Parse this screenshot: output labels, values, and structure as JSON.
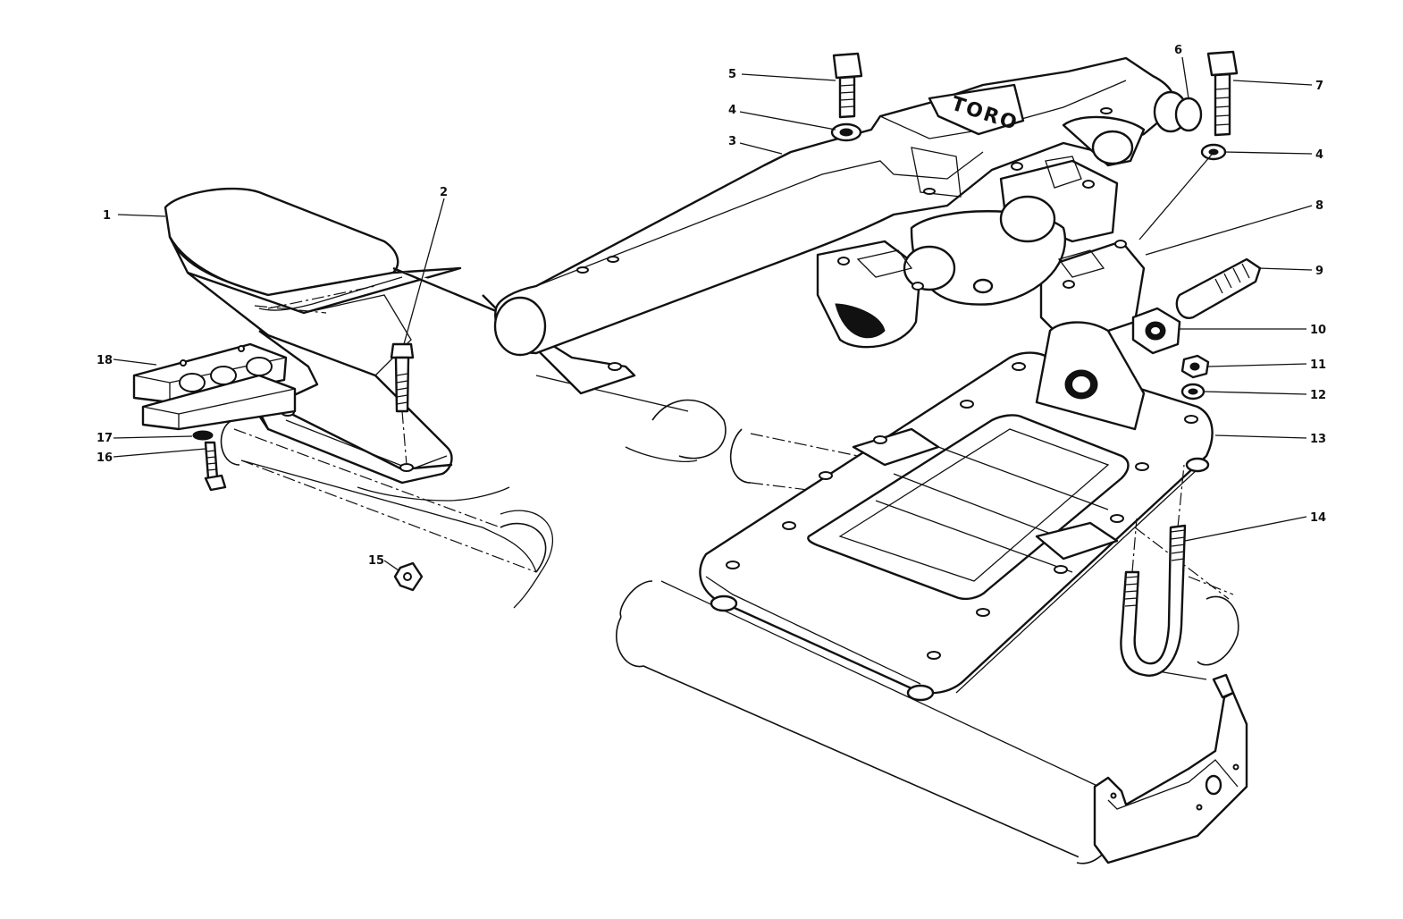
{
  "diagram": {
    "logo_text": "TORO",
    "callouts": [
      {
        "id": "c1",
        "label": "1"
      },
      {
        "id": "c2",
        "label": "2"
      },
      {
        "id": "c3",
        "label": "3"
      },
      {
        "id": "c4a",
        "label": "4"
      },
      {
        "id": "c4b",
        "label": "4"
      },
      {
        "id": "c5",
        "label": "5"
      },
      {
        "id": "c6",
        "label": "6"
      },
      {
        "id": "c7",
        "label": "7"
      },
      {
        "id": "c8",
        "label": "8"
      },
      {
        "id": "c9",
        "label": "9"
      },
      {
        "id": "c10",
        "label": "10"
      },
      {
        "id": "c11",
        "label": "11"
      },
      {
        "id": "c12",
        "label": "12"
      },
      {
        "id": "c13",
        "label": "13"
      },
      {
        "id": "c14",
        "label": "14"
      },
      {
        "id": "c15",
        "label": "15"
      },
      {
        "id": "c16",
        "label": "16"
      },
      {
        "id": "c17",
        "label": "17"
      },
      {
        "id": "c18",
        "label": "18"
      }
    ]
  }
}
